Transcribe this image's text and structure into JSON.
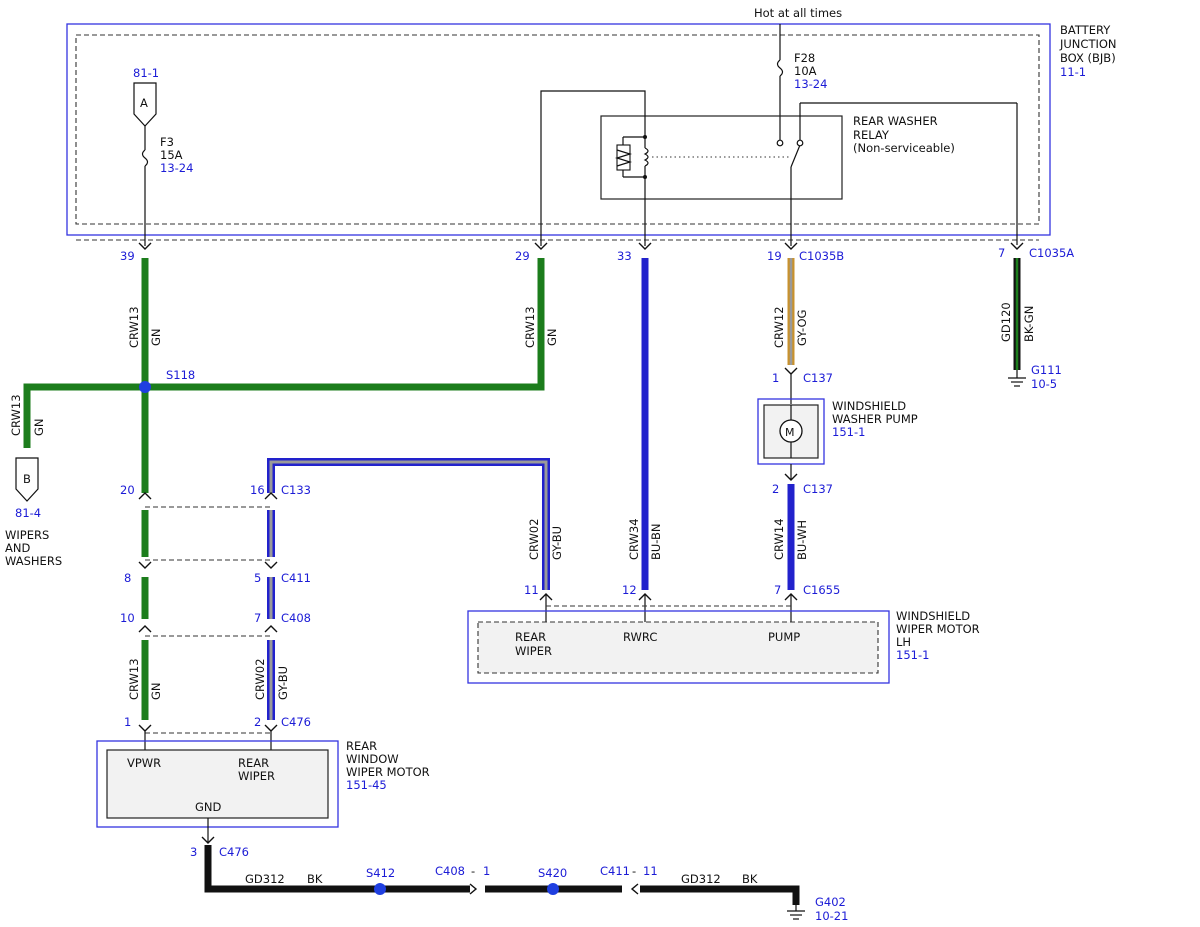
{
  "colors": {
    "GN": "#1c7d1c",
    "BU": "#2222cc",
    "GY": "#9a9a9a",
    "OG": "#c8922e",
    "BK": "#111111",
    "outline_blue": "#3434e0",
    "label_blue": "#1b1bd6"
  },
  "bjb": {
    "hot": "Hot at all times",
    "title": [
      "BATTERY",
      "JUNCTION",
      "BOX (BJB)"
    ],
    "ref": "11-1"
  },
  "fuse_f28": {
    "name": "F28",
    "rating": "10A",
    "ref": "13-24"
  },
  "fuse_f3": {
    "name": "F3",
    "rating": "15A",
    "ref": "13-24"
  },
  "connector_a": {
    "ref": "81-1",
    "letter": "A"
  },
  "connector_b": {
    "letter": "B",
    "ref": "81-4",
    "label": [
      "WIPERS",
      "AND",
      "WASHERS"
    ]
  },
  "relay": {
    "label": [
      "REAR WASHER",
      "RELAY",
      "(Non-serviceable)"
    ]
  },
  "pins_top": {
    "p39": "39",
    "p29": "29",
    "p33": "33",
    "p19": "19",
    "c1035b": "C1035B",
    "p7": "7",
    "c1035a": "C1035A"
  },
  "wires": {
    "w39": {
      "circuit": "CRW13",
      "color": "GN"
    },
    "w29": {
      "circuit": "CRW13",
      "color": "GN"
    },
    "wb": {
      "circuit": "CRW13",
      "color": "GN"
    },
    "w19": {
      "circuit": "CRW12",
      "color": "GY-OG"
    },
    "w7": {
      "circuit": "GD120",
      "color": "BK-GN"
    },
    "w_crw02_top": {
      "circuit": "CRW02",
      "color": "GY-BU"
    },
    "w_crw34": {
      "circuit": "CRW34",
      "color": "BU-BN"
    },
    "w_crw14": {
      "circuit": "CRW14",
      "color": "BU-WH"
    },
    "w_crw13_low": {
      "circuit": "CRW13",
      "color": "GN"
    },
    "w_crw02_low": {
      "circuit": "CRW02",
      "color": "GY-BU"
    },
    "ground_left": {
      "circuit": "GD312",
      "color": "BK"
    },
    "ground_right": {
      "circuit": "GD312",
      "color": "BK"
    }
  },
  "ground_g111": {
    "name": "G111",
    "ref": "10-5"
  },
  "splice_s118": "S118",
  "pump": {
    "pin_top": "1",
    "pin_top_conn": "C137",
    "pin_bot": "2",
    "pin_bot_conn": "C137",
    "label": [
      "WINDSHIELD",
      "WASHER PUMP"
    ],
    "ref": "151-1"
  },
  "inline_connectors": {
    "c133": {
      "left": "20",
      "right": "16",
      "name": "C133"
    },
    "c411": {
      "left": "8",
      "right": "5",
      "name": "C411"
    },
    "c408": {
      "left": "10",
      "right": "7",
      "name": "C408"
    },
    "c476": {
      "left": "1",
      "right": "2",
      "name": "C476"
    }
  },
  "wiper_lh": {
    "pin11": "11",
    "pin12": "12",
    "pin7": "7",
    "conn": "C1655",
    "pin_labels": [
      [
        "REAR",
        "WIPER"
      ],
      [
        "RWRC"
      ],
      [
        "PUMP"
      ]
    ],
    "title": [
      "WINDSHIELD",
      "WIPER MOTOR",
      "LH"
    ],
    "ref": "151-1"
  },
  "rear_motor": {
    "title": [
      "REAR",
      "WINDOW",
      "WIPER MOTOR"
    ],
    "ref": "151-45",
    "vpwr": "VPWR",
    "rear_wiper": [
      "REAR",
      "WIPER"
    ],
    "gnd": "GND",
    "pin_gnd": "3",
    "pin_gnd_conn": "C476"
  },
  "ground_run": {
    "s412": "S412",
    "c408_label": "C408",
    "c408_pin": "1",
    "s420": "S420",
    "c411_label": "C411",
    "c411_pin": "11",
    "g402": "G402",
    "g402_ref": "10-21"
  }
}
